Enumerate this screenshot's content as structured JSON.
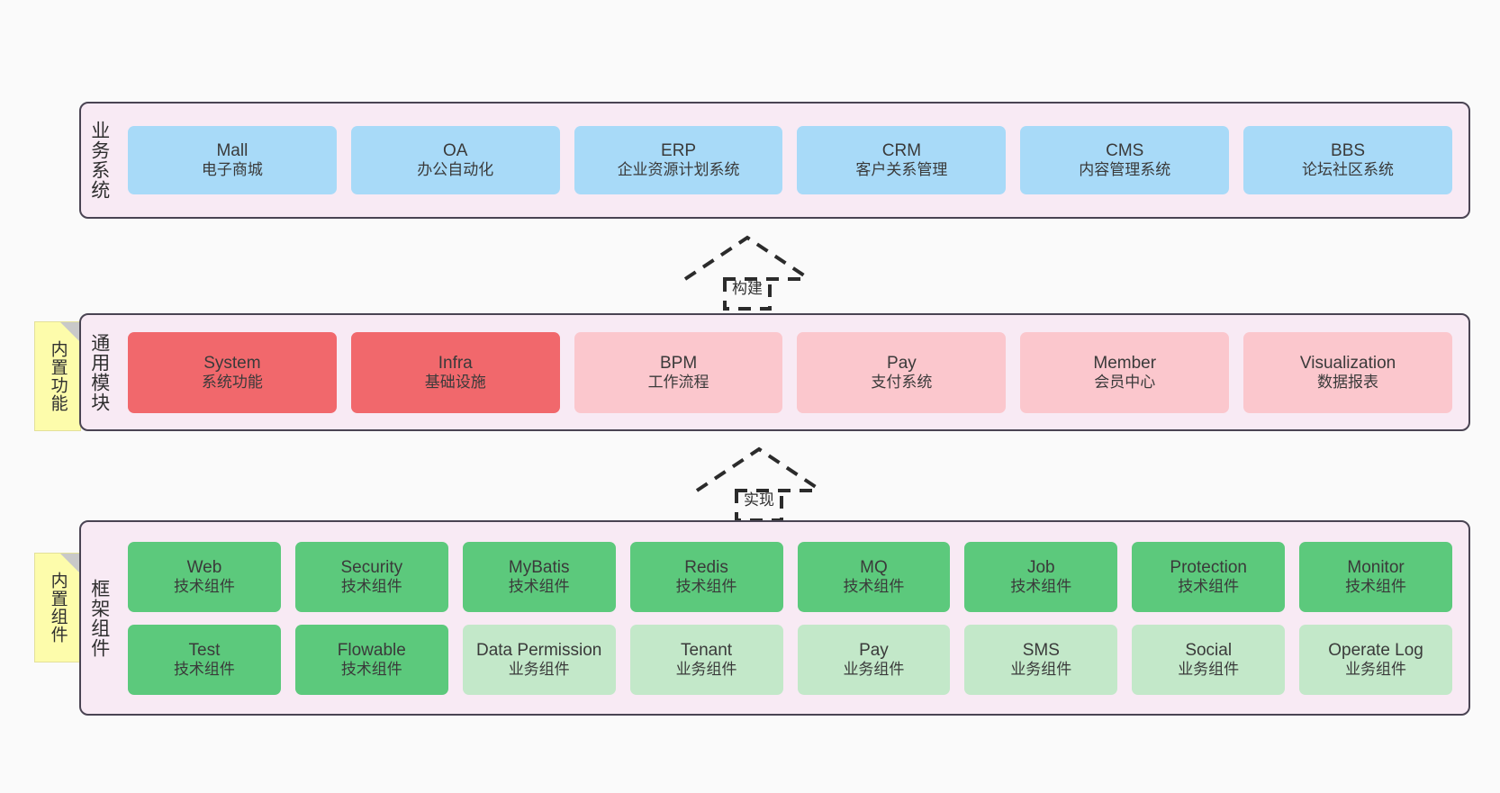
{
  "diagram": {
    "background_color": "#fafafa",
    "container_fill": "#f8eaf4",
    "container_border": "#4a4453"
  },
  "layers": [
    {
      "id": "business-systems",
      "title": "业务系统",
      "rows": [
        {
          "style": "blue",
          "cards": [
            {
              "name": "Mall",
              "desc": "电子商城"
            },
            {
              "name": "OA",
              "desc": "办公自动化"
            },
            {
              "name": "ERP",
              "desc": "企业资源计划系统"
            },
            {
              "name": "CRM",
              "desc": "客户关系管理"
            },
            {
              "name": "CMS",
              "desc": "内容管理系统"
            },
            {
              "name": "BBS",
              "desc": "论坛社区系统"
            }
          ]
        }
      ]
    },
    {
      "id": "common-modules",
      "title": "通用模块",
      "sticky": "内置功能",
      "rows": [
        {
          "cards": [
            {
              "name": "System",
              "desc": "系统功能",
              "style": "red"
            },
            {
              "name": "Infra",
              "desc": "基础设施",
              "style": "red"
            },
            {
              "name": "BPM",
              "desc": "工作流程",
              "style": "pink"
            },
            {
              "name": "Pay",
              "desc": "支付系统",
              "style": "pink"
            },
            {
              "name": "Member",
              "desc": "会员中心",
              "style": "pink"
            },
            {
              "name": "Visualization",
              "desc": "数据报表",
              "style": "pink"
            }
          ]
        }
      ]
    },
    {
      "id": "framework-components",
      "title": "框架组件",
      "sticky": "内置组件",
      "rows": [
        {
          "cards": [
            {
              "name": "Web",
              "desc": "技术组件",
              "style": "green"
            },
            {
              "name": "Security",
              "desc": "技术组件",
              "style": "green"
            },
            {
              "name": "MyBatis",
              "desc": "技术组件",
              "style": "green"
            },
            {
              "name": "Redis",
              "desc": "技术组件",
              "style": "green"
            },
            {
              "name": "MQ",
              "desc": "技术组件",
              "style": "green"
            },
            {
              "name": "Job",
              "desc": "技术组件",
              "style": "green"
            },
            {
              "name": "Protection",
              "desc": "技术组件",
              "style": "green"
            },
            {
              "name": "Monitor",
              "desc": "技术组件",
              "style": "green"
            }
          ]
        },
        {
          "cards": [
            {
              "name": "Test",
              "desc": "技术组件",
              "style": "green"
            },
            {
              "name": "Flowable",
              "desc": "技术组件",
              "style": "green"
            },
            {
              "name": "Data Permission",
              "desc": "业务组件",
              "style": "lightgreen"
            },
            {
              "name": "Tenant",
              "desc": "业务组件",
              "style": "lightgreen"
            },
            {
              "name": "Pay",
              "desc": "业务组件",
              "style": "lightgreen"
            },
            {
              "name": "SMS",
              "desc": "业务组件",
              "style": "lightgreen"
            },
            {
              "name": "Social",
              "desc": "业务组件",
              "style": "lightgreen"
            },
            {
              "name": "Operate Log",
              "desc": "业务组件",
              "style": "lightgreen"
            }
          ]
        }
      ]
    }
  ],
  "connectors": [
    {
      "id": "build",
      "label": "构建"
    },
    {
      "id": "implement",
      "label": "实现"
    }
  ]
}
